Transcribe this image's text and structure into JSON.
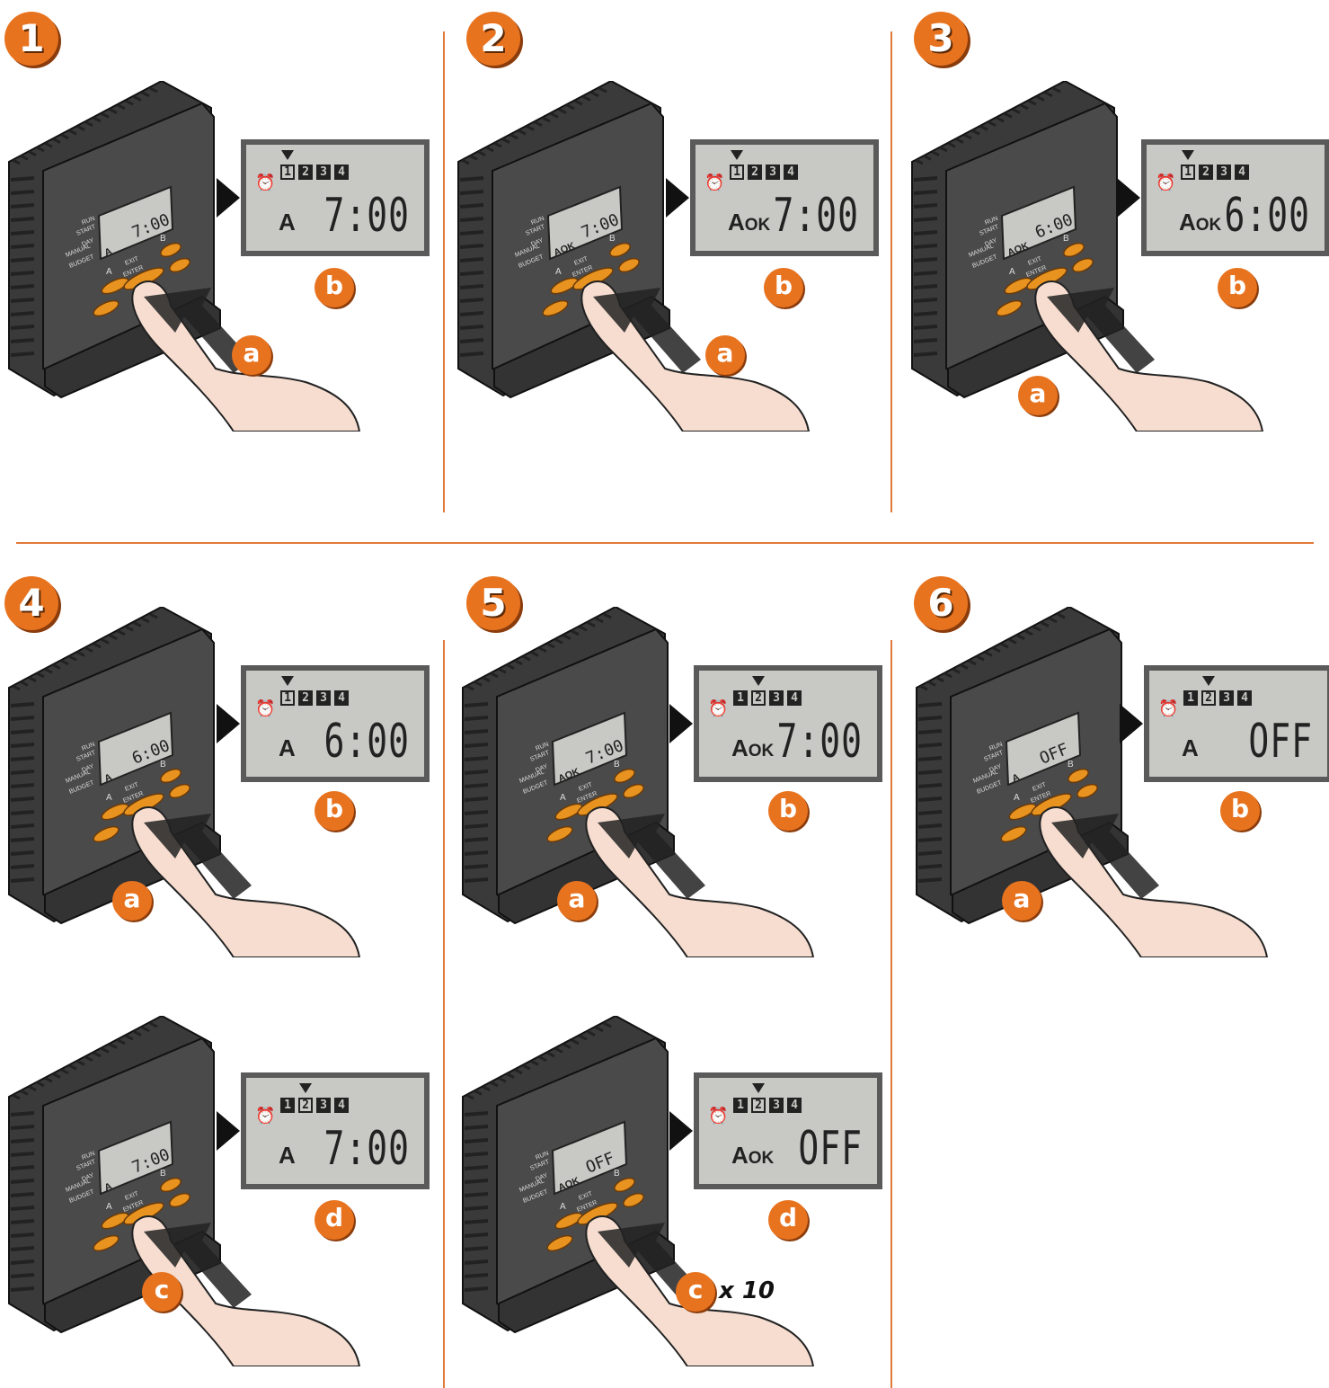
{
  "steps": [
    {
      "number": "1",
      "lcd": {
        "marker": 1,
        "highlight": 1,
        "program": "A",
        "ok": "",
        "time": "7:00"
      },
      "press_label": "a",
      "result_label": "b"
    },
    {
      "number": "2",
      "lcd": {
        "marker": 1,
        "highlight": 1,
        "program": "A",
        "ok": "OK",
        "time": "7:00"
      },
      "press_label": "a",
      "result_label": "b"
    },
    {
      "number": "3",
      "lcd": {
        "marker": 1,
        "highlight": 1,
        "program": "A",
        "ok": "OK",
        "time": "6:00"
      },
      "press_label": "a",
      "result_label": "b"
    },
    {
      "number": "4",
      "lcd": {
        "marker": 1,
        "highlight": 1,
        "program": "A",
        "ok": "",
        "time": "6:00"
      },
      "press_label": "a",
      "result_label": "b"
    },
    {
      "number": "5",
      "lcd": {
        "marker": 2,
        "highlight": 2,
        "program": "A",
        "ok": "OK",
        "time": "7:00"
      },
      "press_label": "a",
      "result_label": "b"
    },
    {
      "number": "6",
      "lcd": {
        "marker": 2,
        "highlight": 2,
        "program": "A",
        "ok": "",
        "time": "OFF"
      },
      "press_label": "a",
      "result_label": "b"
    },
    {
      "number": "",
      "lcd": {
        "marker": 2,
        "highlight": 2,
        "program": "A",
        "ok": "",
        "time": "7:00"
      },
      "press_label": "c",
      "result_label": "d"
    },
    {
      "number": "",
      "lcd": {
        "marker": 2,
        "highlight": 2,
        "program": "A",
        "ok": "OK",
        "time": "OFF"
      },
      "press_label": "c",
      "result_label": "d",
      "repeat": "x 10"
    }
  ],
  "device_labels": {
    "run": "RUN",
    "start": "START",
    "day": "DAY",
    "manual": "MANUAL",
    "budget": "BUDGET",
    "a": "A",
    "b": "B",
    "exit": "EXIT",
    "enter": "ENTER",
    "screen_a": "A",
    "screen_aok": "AOK"
  },
  "lcd_digits": [
    "1",
    "2",
    "3",
    "4"
  ],
  "icons": {
    "alarm": "alarm-clock-icon",
    "arrow": "arrow-right-icon"
  },
  "colors": {
    "accent": "#e8731f",
    "device": "#4a4a4a",
    "lcd": "#c8c9c5",
    "divider": "#e07a3a"
  }
}
